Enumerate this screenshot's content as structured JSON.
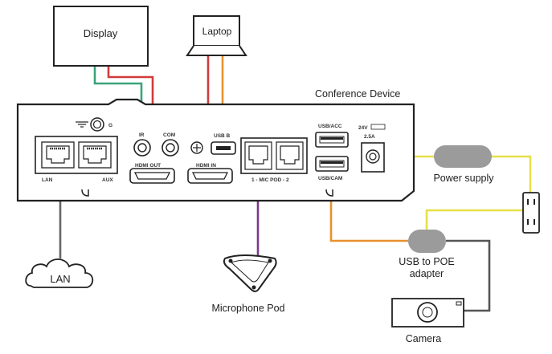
{
  "labels": {
    "display": "Display",
    "laptop": "Laptop",
    "conference_device": "Conference Device",
    "power_supply": "Power supply",
    "usb_to_poe_line1": "USB to POE",
    "usb_to_poe_line2": "adapter",
    "lan": "LAN",
    "microphone_pod": "Microphone Pod",
    "camera": "Camera"
  },
  "ports": {
    "ground": "G",
    "ir": "IR",
    "com": "COM",
    "usb_b": "USB B",
    "hdmi_out": "HDMI OUT",
    "hdmi_in": "HDMI IN",
    "mic_pod": "1 - MIC POD - 2",
    "usb_acc": "USB/ACC",
    "usb_cam": "USB/CAM",
    "power_rating_line1": "24V",
    "power_rating_line2": "2.5A",
    "lan": "LAN",
    "aux": "AUX"
  },
  "colors": {
    "hdmi_out_cable": "#3aa37a",
    "hdmi_cable": "#d13b3b",
    "usb_cable": "#e8912d",
    "mic_cable": "#7a3a8c",
    "power_cable": "#e6e04a",
    "lan_cable": "#666666",
    "camera_cable": "#555555",
    "adapter_fill": "#9b9b9b"
  }
}
